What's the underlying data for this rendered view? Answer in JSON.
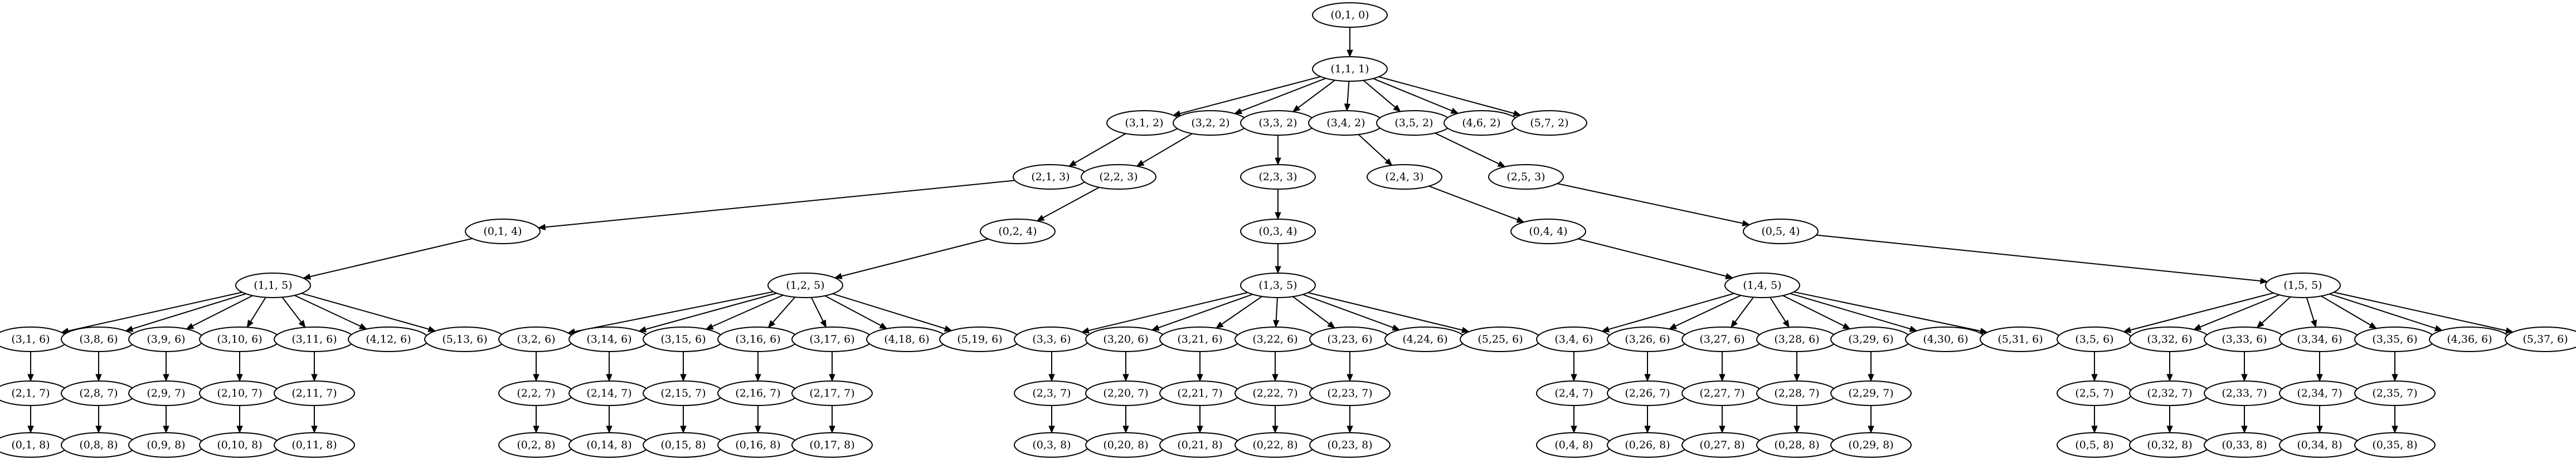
{
  "diagram": {
    "type": "tree",
    "nodes": [
      {
        "id": "n0_1_0",
        "label": "(0,1, 0)"
      },
      {
        "id": "n1_1_1",
        "label": "(1,1, 1)"
      },
      {
        "id": "n3_1_2",
        "label": "(3,1, 2)"
      },
      {
        "id": "n3_2_2",
        "label": "(3,2, 2)"
      },
      {
        "id": "n3_3_2",
        "label": "(3,3, 2)"
      },
      {
        "id": "n3_4_2",
        "label": "(3,4, 2)"
      },
      {
        "id": "n3_5_2",
        "label": "(3,5, 2)"
      },
      {
        "id": "n4_6_2",
        "label": "(4,6, 2)"
      },
      {
        "id": "n5_7_2",
        "label": "(5,7, 2)"
      },
      {
        "id": "n2_1_3",
        "label": "(2,1, 3)"
      },
      {
        "id": "n2_2_3",
        "label": "(2,2, 3)"
      },
      {
        "id": "n2_3_3",
        "label": "(2,3, 3)"
      },
      {
        "id": "n2_4_3",
        "label": "(2,4, 3)"
      },
      {
        "id": "n2_5_3",
        "label": "(2,5, 3)"
      },
      {
        "id": "n0_1_4",
        "label": "(0,1, 4)"
      },
      {
        "id": "n0_2_4",
        "label": "(0,2, 4)"
      },
      {
        "id": "n0_3_4",
        "label": "(0,3, 4)"
      },
      {
        "id": "n0_4_4",
        "label": "(0,4, 4)"
      },
      {
        "id": "n0_5_4",
        "label": "(0,5, 4)"
      },
      {
        "id": "n1_1_5",
        "label": "(1,1, 5)"
      },
      {
        "id": "n1_2_5",
        "label": "(1,2, 5)"
      },
      {
        "id": "n1_3_5",
        "label": "(1,3, 5)"
      },
      {
        "id": "n1_4_5",
        "label": "(1,4, 5)"
      },
      {
        "id": "n1_5_5",
        "label": "(1,5, 5)"
      },
      {
        "id": "n3_1_6",
        "label": "(3,1, 6)"
      },
      {
        "id": "n3_8_6",
        "label": "(3,8, 6)"
      },
      {
        "id": "n3_9_6",
        "label": "(3,9, 6)"
      },
      {
        "id": "n3_10_6",
        "label": "(3,10, 6)"
      },
      {
        "id": "n3_11_6",
        "label": "(3,11, 6)"
      },
      {
        "id": "n4_12_6",
        "label": "(4,12, 6)"
      },
      {
        "id": "n5_13_6",
        "label": "(5,13, 6)"
      },
      {
        "id": "n3_2_6",
        "label": "(3,2, 6)"
      },
      {
        "id": "n3_14_6",
        "label": "(3,14, 6)"
      },
      {
        "id": "n3_15_6",
        "label": "(3,15, 6)"
      },
      {
        "id": "n3_16_6",
        "label": "(3,16, 6)"
      },
      {
        "id": "n3_17_6",
        "label": "(3,17, 6)"
      },
      {
        "id": "n4_18_6",
        "label": "(4,18, 6)"
      },
      {
        "id": "n5_19_6",
        "label": "(5,19, 6)"
      },
      {
        "id": "n3_3_6",
        "label": "(3,3, 6)"
      },
      {
        "id": "n3_20_6",
        "label": "(3,20, 6)"
      },
      {
        "id": "n3_21_6",
        "label": "(3,21, 6)"
      },
      {
        "id": "n3_22_6",
        "label": "(3,22, 6)"
      },
      {
        "id": "n3_23_6",
        "label": "(3,23, 6)"
      },
      {
        "id": "n4_24_6",
        "label": "(4,24, 6)"
      },
      {
        "id": "n5_25_6",
        "label": "(5,25, 6)"
      },
      {
        "id": "n3_4_6",
        "label": "(3,4, 6)"
      },
      {
        "id": "n3_26_6",
        "label": "(3,26, 6)"
      },
      {
        "id": "n3_27_6",
        "label": "(3,27, 6)"
      },
      {
        "id": "n3_28_6",
        "label": "(3,28, 6)"
      },
      {
        "id": "n3_29_6",
        "label": "(3,29, 6)"
      },
      {
        "id": "n4_30_6",
        "label": "(4,30, 6)"
      },
      {
        "id": "n5_31_6",
        "label": "(5,31, 6)"
      },
      {
        "id": "n3_5_6",
        "label": "(3,5, 6)"
      },
      {
        "id": "n3_32_6",
        "label": "(3,32, 6)"
      },
      {
        "id": "n3_33_6",
        "label": "(3,33, 6)"
      },
      {
        "id": "n3_34_6",
        "label": "(3,34, 6)"
      },
      {
        "id": "n3_35_6",
        "label": "(3,35, 6)"
      },
      {
        "id": "n4_36_6",
        "label": "(4,36, 6)"
      },
      {
        "id": "n5_37_6",
        "label": "(5,37, 6)"
      },
      {
        "id": "n2_1_7",
        "label": "(2,1, 7)"
      },
      {
        "id": "n2_8_7",
        "label": "(2,8, 7)"
      },
      {
        "id": "n2_9_7",
        "label": "(2,9, 7)"
      },
      {
        "id": "n2_10_7",
        "label": "(2,10, 7)"
      },
      {
        "id": "n2_11_7",
        "label": "(2,11, 7)"
      },
      {
        "id": "n2_2_7",
        "label": "(2,2, 7)"
      },
      {
        "id": "n2_14_7",
        "label": "(2,14, 7)"
      },
      {
        "id": "n2_15_7",
        "label": "(2,15, 7)"
      },
      {
        "id": "n2_16_7",
        "label": "(2,16, 7)"
      },
      {
        "id": "n2_17_7",
        "label": "(2,17, 7)"
      },
      {
        "id": "n2_3_7",
        "label": "(2,3, 7)"
      },
      {
        "id": "n2_20_7",
        "label": "(2,20, 7)"
      },
      {
        "id": "n2_21_7",
        "label": "(2,21, 7)"
      },
      {
        "id": "n2_22_7",
        "label": "(2,22, 7)"
      },
      {
        "id": "n2_23_7",
        "label": "(2,23, 7)"
      },
      {
        "id": "n2_4_7",
        "label": "(2,4, 7)"
      },
      {
        "id": "n2_26_7",
        "label": "(2,26, 7)"
      },
      {
        "id": "n2_27_7",
        "label": "(2,27, 7)"
      },
      {
        "id": "n2_28_7",
        "label": "(2,28, 7)"
      },
      {
        "id": "n2_29_7",
        "label": "(2,29, 7)"
      },
      {
        "id": "n2_5_7",
        "label": "(2,5, 7)"
      },
      {
        "id": "n2_32_7",
        "label": "(2,32, 7)"
      },
      {
        "id": "n2_33_7",
        "label": "(2,33, 7)"
      },
      {
        "id": "n2_34_7",
        "label": "(2,34, 7)"
      },
      {
        "id": "n2_35_7",
        "label": "(2,35, 7)"
      },
      {
        "id": "n0_1_8",
        "label": "(0,1, 8)"
      },
      {
        "id": "n0_8_8",
        "label": "(0,8, 8)"
      },
      {
        "id": "n0_9_8",
        "label": "(0,9, 8)"
      },
      {
        "id": "n0_10_8",
        "label": "(0,10, 8)"
      },
      {
        "id": "n0_11_8",
        "label": "(0,11, 8)"
      },
      {
        "id": "n0_2_8",
        "label": "(0,2, 8)"
      },
      {
        "id": "n0_14_8",
        "label": "(0,14, 8)"
      },
      {
        "id": "n0_15_8",
        "label": "(0,15, 8)"
      },
      {
        "id": "n0_16_8",
        "label": "(0,16, 8)"
      },
      {
        "id": "n0_17_8",
        "label": "(0,17, 8)"
      },
      {
        "id": "n0_3_8",
        "label": "(0,3, 8)"
      },
      {
        "id": "n0_20_8",
        "label": "(0,20, 8)"
      },
      {
        "id": "n0_21_8",
        "label": "(0,21, 8)"
      },
      {
        "id": "n0_22_8",
        "label": "(0,22, 8)"
      },
      {
        "id": "n0_23_8",
        "label": "(0,23, 8)"
      },
      {
        "id": "n0_4_8",
        "label": "(0,4, 8)"
      },
      {
        "id": "n0_26_8",
        "label": "(0,26, 8)"
      },
      {
        "id": "n0_27_8",
        "label": "(0,27, 8)"
      },
      {
        "id": "n0_28_8",
        "label": "(0,28, 8)"
      },
      {
        "id": "n0_29_8",
        "label": "(0,29, 8)"
      },
      {
        "id": "n0_5_8",
        "label": "(0,5, 8)"
      },
      {
        "id": "n0_32_8",
        "label": "(0,32, 8)"
      },
      {
        "id": "n0_33_8",
        "label": "(0,33, 8)"
      },
      {
        "id": "n0_34_8",
        "label": "(0,34, 8)"
      },
      {
        "id": "n0_35_8",
        "label": "(0,35, 8)"
      }
    ],
    "edges": [
      [
        "n0_1_0",
        "n1_1_1"
      ],
      [
        "n1_1_1",
        "n3_1_2"
      ],
      [
        "n1_1_1",
        "n3_2_2"
      ],
      [
        "n1_1_1",
        "n3_3_2"
      ],
      [
        "n1_1_1",
        "n3_4_2"
      ],
      [
        "n1_1_1",
        "n3_5_2"
      ],
      [
        "n1_1_1",
        "n4_6_2"
      ],
      [
        "n1_1_1",
        "n5_7_2"
      ],
      [
        "n3_1_2",
        "n2_1_3"
      ],
      [
        "n3_2_2",
        "n2_2_3"
      ],
      [
        "n3_3_2",
        "n2_3_3"
      ],
      [
        "n3_4_2",
        "n2_4_3"
      ],
      [
        "n3_5_2",
        "n2_5_3"
      ],
      [
        "n2_1_3",
        "n0_1_4"
      ],
      [
        "n2_2_3",
        "n0_2_4"
      ],
      [
        "n2_3_3",
        "n0_3_4"
      ],
      [
        "n2_4_3",
        "n0_4_4"
      ],
      [
        "n2_5_3",
        "n0_5_4"
      ],
      [
        "n0_1_4",
        "n1_1_5"
      ],
      [
        "n0_2_4",
        "n1_2_5"
      ],
      [
        "n0_3_4",
        "n1_3_5"
      ],
      [
        "n0_4_4",
        "n1_4_5"
      ],
      [
        "n0_5_4",
        "n1_5_5"
      ],
      [
        "n1_1_5",
        "n3_1_6"
      ],
      [
        "n1_1_5",
        "n3_8_6"
      ],
      [
        "n1_1_5",
        "n3_9_6"
      ],
      [
        "n1_1_5",
        "n3_10_6"
      ],
      [
        "n1_1_5",
        "n3_11_6"
      ],
      [
        "n1_1_5",
        "n4_12_6"
      ],
      [
        "n1_1_5",
        "n5_13_6"
      ],
      [
        "n1_2_5",
        "n3_2_6"
      ],
      [
        "n1_2_5",
        "n3_14_6"
      ],
      [
        "n1_2_5",
        "n3_15_6"
      ],
      [
        "n1_2_5",
        "n3_16_6"
      ],
      [
        "n1_2_5",
        "n3_17_6"
      ],
      [
        "n1_2_5",
        "n4_18_6"
      ],
      [
        "n1_2_5",
        "n5_19_6"
      ],
      [
        "n1_3_5",
        "n3_3_6"
      ],
      [
        "n1_3_5",
        "n3_20_6"
      ],
      [
        "n1_3_5",
        "n3_21_6"
      ],
      [
        "n1_3_5",
        "n3_22_6"
      ],
      [
        "n1_3_5",
        "n3_23_6"
      ],
      [
        "n1_3_5",
        "n4_24_6"
      ],
      [
        "n1_3_5",
        "n5_25_6"
      ],
      [
        "n1_4_5",
        "n3_4_6"
      ],
      [
        "n1_4_5",
        "n3_26_6"
      ],
      [
        "n1_4_5",
        "n3_27_6"
      ],
      [
        "n1_4_5",
        "n3_28_6"
      ],
      [
        "n1_4_5",
        "n3_29_6"
      ],
      [
        "n1_4_5",
        "n4_30_6"
      ],
      [
        "n1_4_5",
        "n5_31_6"
      ],
      [
        "n1_5_5",
        "n3_5_6"
      ],
      [
        "n1_5_5",
        "n3_32_6"
      ],
      [
        "n1_5_5",
        "n3_33_6"
      ],
      [
        "n1_5_5",
        "n3_34_6"
      ],
      [
        "n1_5_5",
        "n3_35_6"
      ],
      [
        "n1_5_5",
        "n4_36_6"
      ],
      [
        "n1_5_5",
        "n5_37_6"
      ],
      [
        "n3_1_6",
        "n2_1_7"
      ],
      [
        "n3_8_6",
        "n2_8_7"
      ],
      [
        "n3_9_6",
        "n2_9_7"
      ],
      [
        "n3_10_6",
        "n2_10_7"
      ],
      [
        "n3_11_6",
        "n2_11_7"
      ],
      [
        "n3_2_6",
        "n2_2_7"
      ],
      [
        "n3_14_6",
        "n2_14_7"
      ],
      [
        "n3_15_6",
        "n2_15_7"
      ],
      [
        "n3_16_6",
        "n2_16_7"
      ],
      [
        "n3_17_6",
        "n2_17_7"
      ],
      [
        "n3_3_6",
        "n2_3_7"
      ],
      [
        "n3_20_6",
        "n2_20_7"
      ],
      [
        "n3_21_6",
        "n2_21_7"
      ],
      [
        "n3_22_6",
        "n2_22_7"
      ],
      [
        "n3_23_6",
        "n2_23_7"
      ],
      [
        "n3_4_6",
        "n2_4_7"
      ],
      [
        "n3_26_6",
        "n2_26_7"
      ],
      [
        "n3_27_6",
        "n2_27_7"
      ],
      [
        "n3_28_6",
        "n2_28_7"
      ],
      [
        "n3_29_6",
        "n2_29_7"
      ],
      [
        "n3_5_6",
        "n2_5_7"
      ],
      [
        "n3_32_6",
        "n2_32_7"
      ],
      [
        "n3_33_6",
        "n2_33_7"
      ],
      [
        "n3_34_6",
        "n2_34_7"
      ],
      [
        "n3_35_6",
        "n2_35_7"
      ],
      [
        "n2_1_7",
        "n0_1_8"
      ],
      [
        "n2_8_7",
        "n0_8_8"
      ],
      [
        "n2_9_7",
        "n0_9_8"
      ],
      [
        "n2_10_7",
        "n0_10_8"
      ],
      [
        "n2_11_7",
        "n0_11_8"
      ],
      [
        "n2_2_7",
        "n0_2_8"
      ],
      [
        "n2_14_7",
        "n0_14_8"
      ],
      [
        "n2_15_7",
        "n0_15_8"
      ],
      [
        "n2_16_7",
        "n0_16_8"
      ],
      [
        "n2_17_7",
        "n0_17_8"
      ],
      [
        "n2_3_7",
        "n0_3_8"
      ],
      [
        "n2_20_7",
        "n0_20_8"
      ],
      [
        "n2_21_7",
        "n0_21_8"
      ],
      [
        "n2_22_7",
        "n0_22_8"
      ],
      [
        "n2_23_7",
        "n0_23_8"
      ],
      [
        "n2_4_7",
        "n0_4_8"
      ],
      [
        "n2_26_7",
        "n0_26_8"
      ],
      [
        "n2_27_7",
        "n0_27_8"
      ],
      [
        "n2_28_7",
        "n0_28_8"
      ],
      [
        "n2_29_7",
        "n0_29_8"
      ],
      [
        "n2_5_7",
        "n0_5_8"
      ],
      [
        "n2_32_7",
        "n0_32_8"
      ],
      [
        "n2_33_7",
        "n0_33_8"
      ],
      [
        "n2_34_7",
        "n0_34_8"
      ],
      [
        "n2_35_7",
        "n0_35_8"
      ]
    ]
  }
}
